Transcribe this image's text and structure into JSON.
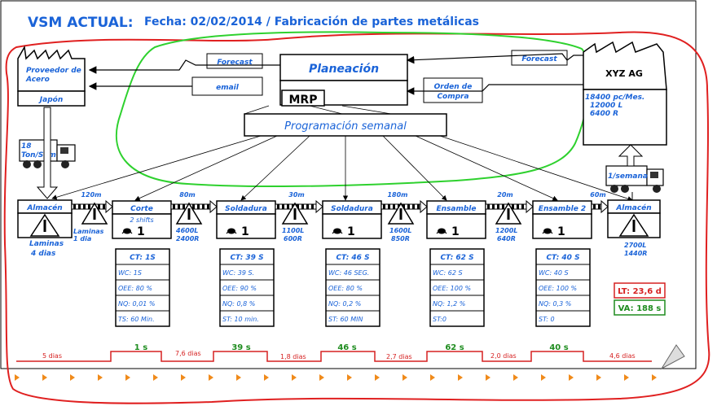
{
  "title": {
    "main": "VSM ACTUAL:",
    "rest": "Fecha: 02/02/2014 / Fabricación de partes metálicas"
  },
  "supplier": {
    "name_line1": "Proveedor de",
    "name_line2": "Acero",
    "location": "Japón"
  },
  "customer": {
    "name": "XYZ AG",
    "demand_line1": "18400 pc/Mes.",
    "demand_line2": "12000 L",
    "demand_line3": "6400 R"
  },
  "control": {
    "planning": "Planeación",
    "mrp": "MRP",
    "schedule": "Programación semanal",
    "forecast_left": "Forecast",
    "email": "email",
    "forecast_right": "Forecast",
    "order_line1": "Orden de",
    "order_line2": "Compra"
  },
  "shipments": {
    "inbound_line1": "18",
    "inbound_line2": "Ton/Sem",
    "outbound": "1/semana"
  },
  "distances": [
    "120m",
    "80m",
    "30m",
    "180m",
    "20m",
    "60m"
  ],
  "inventories": [
    {
      "line1": "Laminas",
      "line2": "4 dias"
    },
    {
      "line1": "Laminas",
      "line2": "1 dia"
    },
    {
      "line1": "4600L",
      "line2": "2400R"
    },
    {
      "line1": "1100L",
      "line2": "600R"
    },
    {
      "line1": "1600L",
      "line2": "850R"
    },
    {
      "line1": "1200L",
      "line2": "640R"
    },
    {
      "line1": "2700L",
      "line2": "1440R"
    }
  ],
  "warehouse_in": "Almacén",
  "warehouse_out": "Almacén",
  "processes": [
    {
      "name": "Corte",
      "shifts": "2 shifts",
      "operators": "1",
      "data": [
        "CT: 1S",
        "WC: 1S",
        "OEE: 80 %",
        "NQ: 0,01 %",
        "TS: 60 Min."
      ]
    },
    {
      "name": "Soldadura",
      "shifts": "",
      "operators": "1",
      "data": [
        "CT: 39 S",
        "WC: 39 S.",
        "OEE: 90 %",
        "NQ: 0,8 %",
        "ST: 10 min."
      ]
    },
    {
      "name": "Soldadura",
      "shifts": "",
      "operators": "1",
      "data": [
        "CT: 46 S",
        "WC: 46 SEG.",
        "OEE: 80 %",
        "NQ: 0,2 %",
        "ST: 60 MIN"
      ]
    },
    {
      "name": "Ensamble",
      "shifts": "",
      "operators": "1",
      "data": [
        "CT: 62 S",
        "WC: 62 S",
        "OEE: 100 %",
        "NQ: 1,2 %",
        "ST:0"
      ]
    },
    {
      "name": "Ensamble 2",
      "shifts": "",
      "operators": "1",
      "data": [
        "CT: 40 S",
        "WC: 40 S",
        "OEE: 100 %",
        "NQ: 0,3 %",
        "ST: 0"
      ]
    }
  ],
  "summary": {
    "lead_time": "LT: 23,6 d",
    "value_added": "VA: 188 s"
  },
  "timeline": {
    "waits": [
      "5 dias",
      "7,6 dias",
      "1,8 dias",
      "2,7 dias",
      "2,0 dias",
      "4,6 dias"
    ],
    "process_times": [
      "1 s",
      "39 s",
      "46 s",
      "62 s",
      "40 s"
    ]
  },
  "colors": {
    "accent_blue": "#1a63d8",
    "timeline_red": "#d62020",
    "value_green": "#1f8c1f",
    "outline_red": "#e02020",
    "outline_green": "#2ed12e",
    "arrow_orange": "#f08a1a"
  }
}
